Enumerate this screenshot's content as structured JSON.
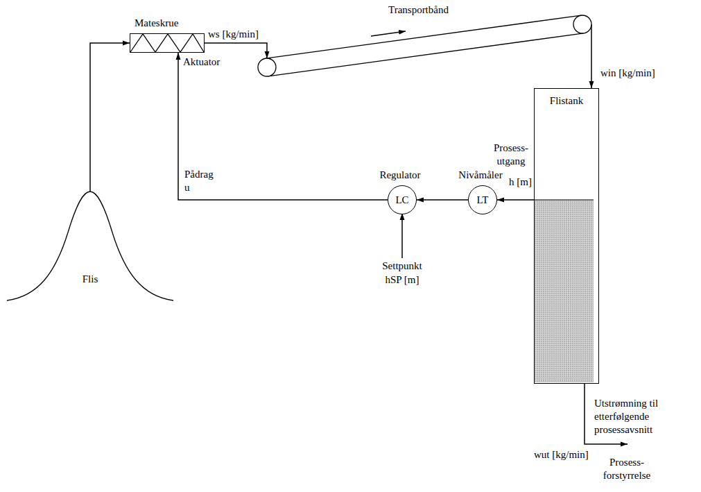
{
  "diagram": {
    "nodes": [
      {
        "text": [
          "Mateskrue"
        ]
      },
      {
        "text": [
          "Transportbånd"
        ]
      },
      {
        "text": [
          "Flistank"
        ]
      },
      {
        "text": [
          "Regulator",
          "LC"
        ]
      },
      {
        "text": [
          "Nivåmåler",
          "LT"
        ]
      },
      {
        "text": [
          "Flis"
        ]
      }
    ],
    "edges": [
      {
        "from": 5,
        "to": 0,
        "arrow": "to"
      },
      {
        "from": 0,
        "to": 1,
        "arrow": "to"
      },
      {
        "from": 1,
        "to": 2,
        "arrow": "to"
      },
      {
        "from": 2,
        "to": 4,
        "arrow": "to"
      },
      {
        "from": 4,
        "to": 3,
        "arrow": "to"
      },
      {
        "from": 3,
        "to": 0,
        "arrow": "to"
      }
    ],
    "labels": [
      "ws [kg/min]",
      "win [kg/min]",
      "Aktuator",
      "Prosess- utgang",
      "h [m]",
      "Pådrag u",
      "Settpunkt",
      "hSP [m]",
      "Utstrømning til etterfølgende prosessavsnitt",
      "wut [kg/min]",
      "Prosess- forstyrrelse"
    ]
  }
}
